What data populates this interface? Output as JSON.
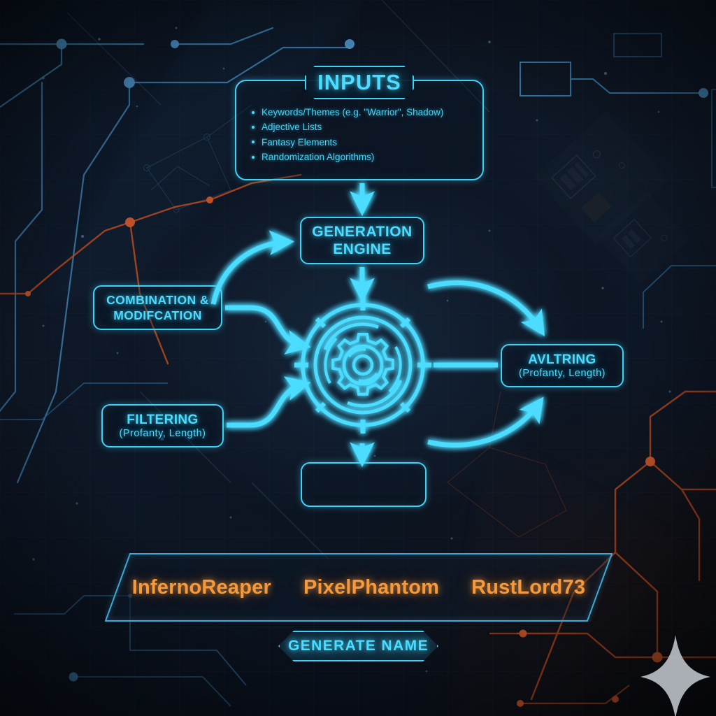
{
  "theme": {
    "accent": "#3fd2f7",
    "accent_text": "#4cdcff",
    "result_color": "#f59a3c",
    "background": "#0d1624",
    "trace_blue": "#2f7fb5",
    "trace_orange": "#c4542a"
  },
  "inputs": {
    "title": "INPUTS",
    "items": [
      "Keywords/Themes (e.g. \"Warrior\", Shadow)",
      "Adjective Lists",
      "Fantasy Elements",
      "Randomization Algorithms)"
    ]
  },
  "engine": {
    "label": "GENERATION\nENGINE"
  },
  "combination": {
    "label": "COMBINATION &\nMODIFCATION"
  },
  "filtering": {
    "title": "FILTERING",
    "subtitle": "(Profanty, Length)"
  },
  "avltring": {
    "title": "AVLTRING",
    "subtitle": "(Profanty, Length)"
  },
  "output": {
    "value": ""
  },
  "results": {
    "names": [
      "InfernoReaper",
      "PixelPhantom",
      "RustLord73"
    ]
  },
  "generate": {
    "label": "GENERATE NAME"
  },
  "icons": {
    "core": "gear-icon",
    "sparkle": "sparkle-icon"
  }
}
